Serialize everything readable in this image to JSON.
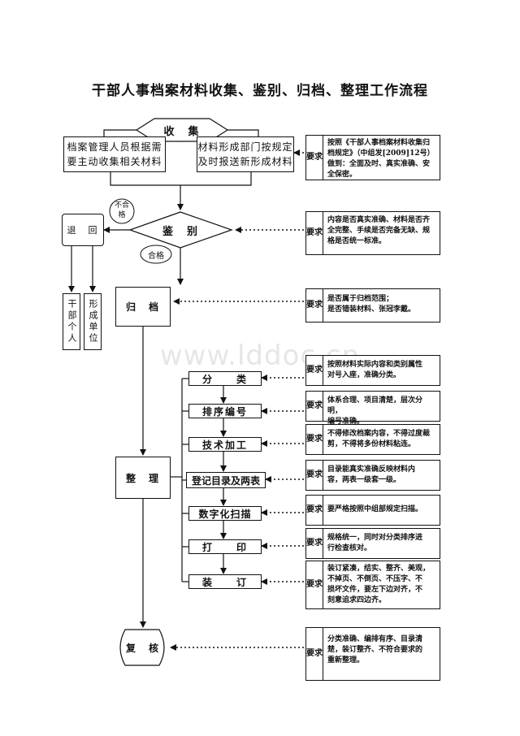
{
  "title": "干部人事档案材料收集、鉴别、归档、整理工作流程",
  "watermark": "www.lddoc.cn",
  "collect": {
    "label": "收　集",
    "left_box": [
      "档案管理人员根据需",
      "要主动收集相关材料"
    ],
    "right_box": [
      "材料形成部门按规定",
      "及时报送新形成材料"
    ]
  },
  "identify": {
    "label": "鉴　别",
    "fail_label": [
      "不合",
      "格"
    ],
    "pass_label": "合格",
    "return_label": "退　回",
    "return_targets": [
      "干部个人",
      "形成单位"
    ]
  },
  "archive": {
    "label": "归　档"
  },
  "organize": {
    "label": "整　理",
    "steps": [
      "分　　类",
      "排序编号",
      "技术加工",
      "登记目录及两表",
      "数字化扫描",
      "打　　印",
      "装　　订"
    ]
  },
  "review": {
    "label": "复　核"
  },
  "requirement_label": "要求",
  "requirements": [
    [
      "按照《干部人事档案材料收集归",
      "档规定》（中组发[2009]12号）",
      "做到：全面及时、真实准确、安",
      "全保密。"
    ],
    [
      "内容是否真实准确、材料是否齐",
      "全完整、手续是否完备无缺、规",
      "格是否统一标准。"
    ],
    [
      "是否属于归档范围；",
      "是否错装材料、张冠李戴。"
    ],
    [
      "按照材料实际内容和类别属性",
      "对号入座，准确分类。"
    ],
    [
      "体系合理、项目清楚，层次分明，",
      "编号准确。"
    ],
    [
      "不得修改档案内容，不得过度裁",
      "剪，不得将多份材料粘连。"
    ],
    [
      "目录能真实准确反映材料内",
      "容，两表一级套一级。"
    ],
    [
      "要严格按照中组部规定扫描。"
    ],
    [
      "规格统一，同时对分类排序进",
      "行检查核对。"
    ],
    [
      "装订紧凑，结实、整齐、美观，",
      "不掉页、不倒页、不压字、不",
      "损坏文件，要左下边对齐，不",
      "刻意追求四边齐。"
    ],
    [
      "分类准确、编排有序、目录清",
      "楚，装订整齐、不符合要求的",
      "重新整理。"
    ]
  ]
}
